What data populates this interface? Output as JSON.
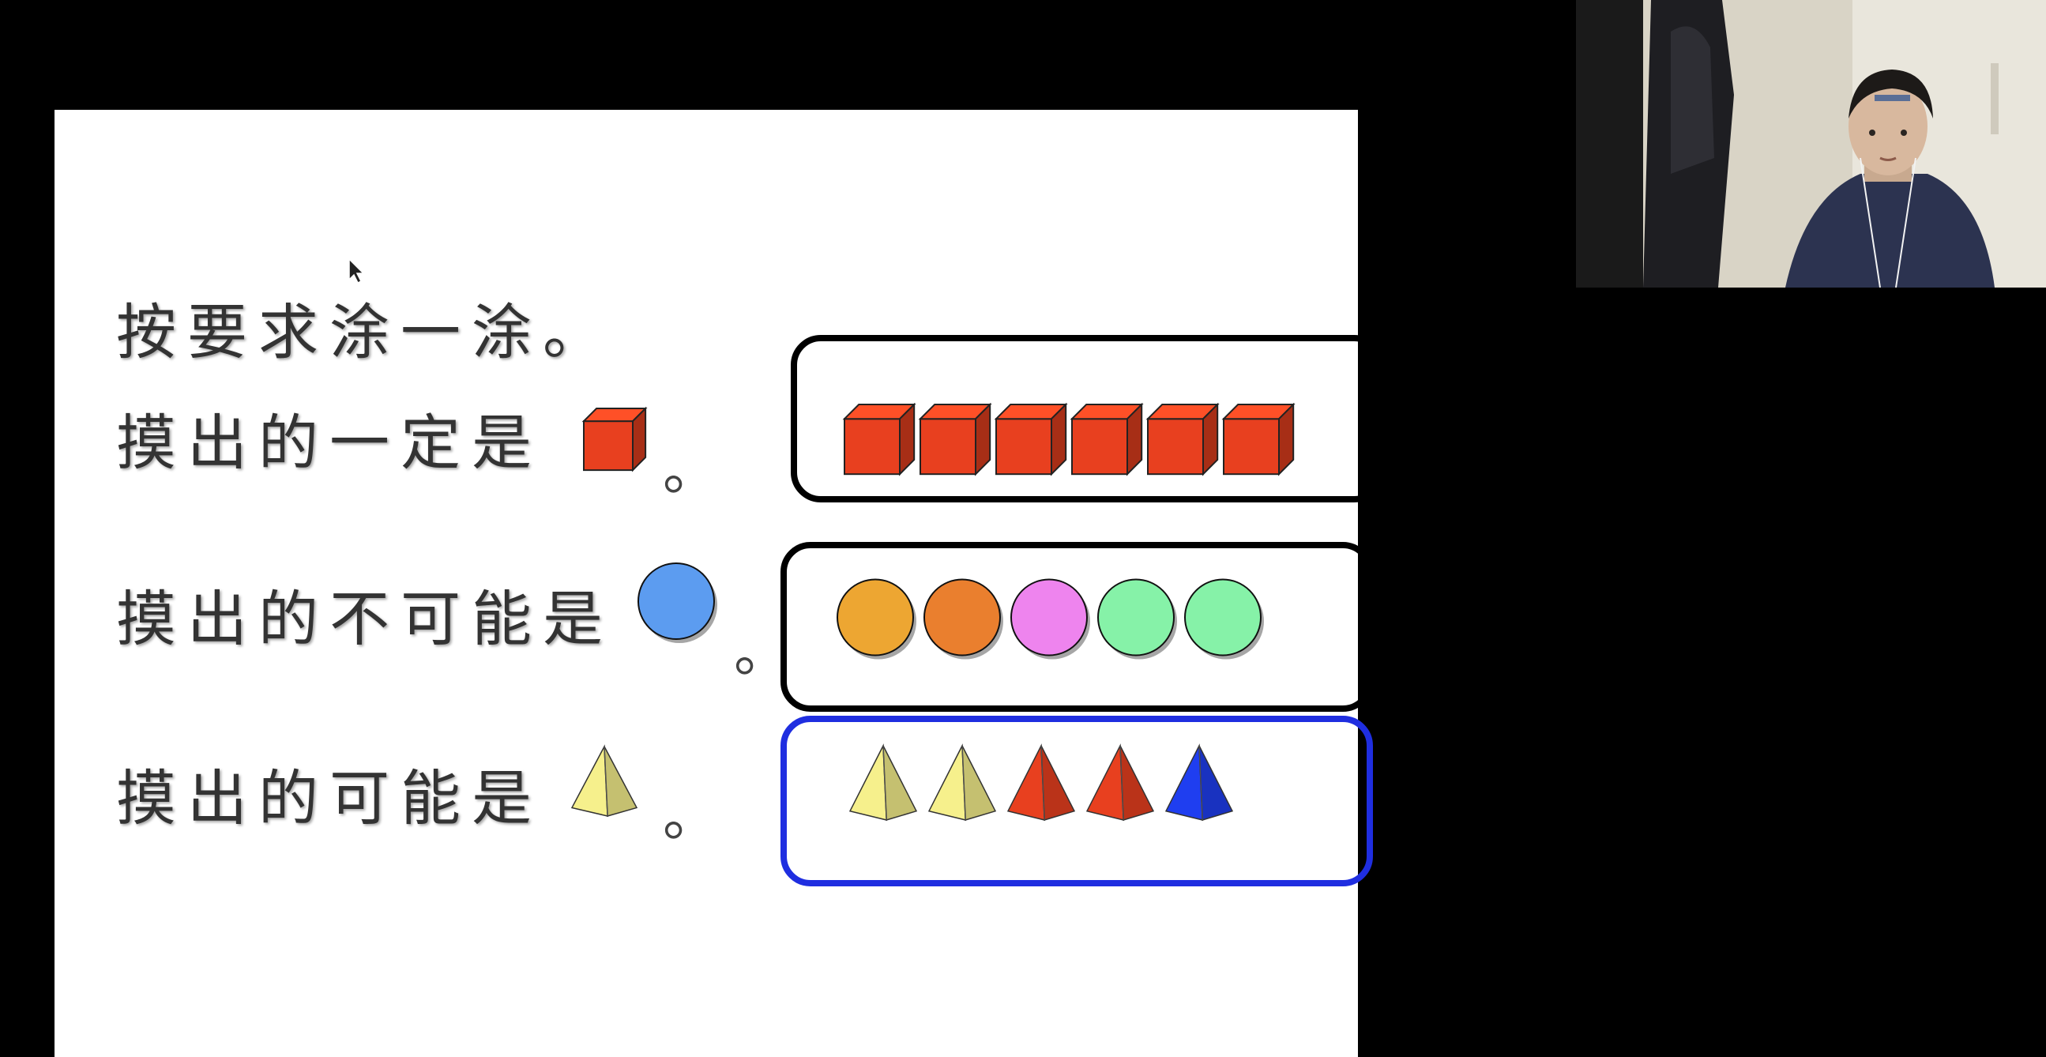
{
  "slide": {
    "title": "按要求涂一涂。",
    "rows": [
      {
        "text": "摸出的一定是",
        "target_shape": "cube",
        "target_color": "#e8401f"
      },
      {
        "text": "摸出的不可能是",
        "target_shape": "circle",
        "target_color": "#5c9cf0"
      },
      {
        "text": "摸出的可能是",
        "target_shape": "pyramid",
        "target_color": "#f6f08c"
      }
    ],
    "period": "。"
  },
  "boxes": [
    {
      "border_color": "#000000",
      "items": [
        {
          "shape": "cube",
          "color": "#e8401f"
        },
        {
          "shape": "cube",
          "color": "#e8401f"
        },
        {
          "shape": "cube",
          "color": "#e8401f"
        },
        {
          "shape": "cube",
          "color": "#e8401f"
        },
        {
          "shape": "cube",
          "color": "#e8401f"
        },
        {
          "shape": "cube",
          "color": "#e8401f"
        }
      ]
    },
    {
      "border_color": "#000000",
      "items": [
        {
          "shape": "circle",
          "color": "#eda632"
        },
        {
          "shape": "circle",
          "color": "#ea7f2e"
        },
        {
          "shape": "circle",
          "color": "#ee84ee"
        },
        {
          "shape": "circle",
          "color": "#86f2a8"
        },
        {
          "shape": "circle",
          "color": "#86f2a8"
        }
      ]
    },
    {
      "border_color": "#1f2ee0",
      "items": [
        {
          "shape": "pyramid",
          "color": "#f6f08c"
        },
        {
          "shape": "pyramid",
          "color": "#f6f08c"
        },
        {
          "shape": "pyramid",
          "color": "#e8401f"
        },
        {
          "shape": "pyramid",
          "color": "#e8401f"
        },
        {
          "shape": "pyramid",
          "color": "#1f3ef0"
        }
      ]
    }
  ],
  "webcam": {
    "icon": "participant-video-thumbnail"
  }
}
